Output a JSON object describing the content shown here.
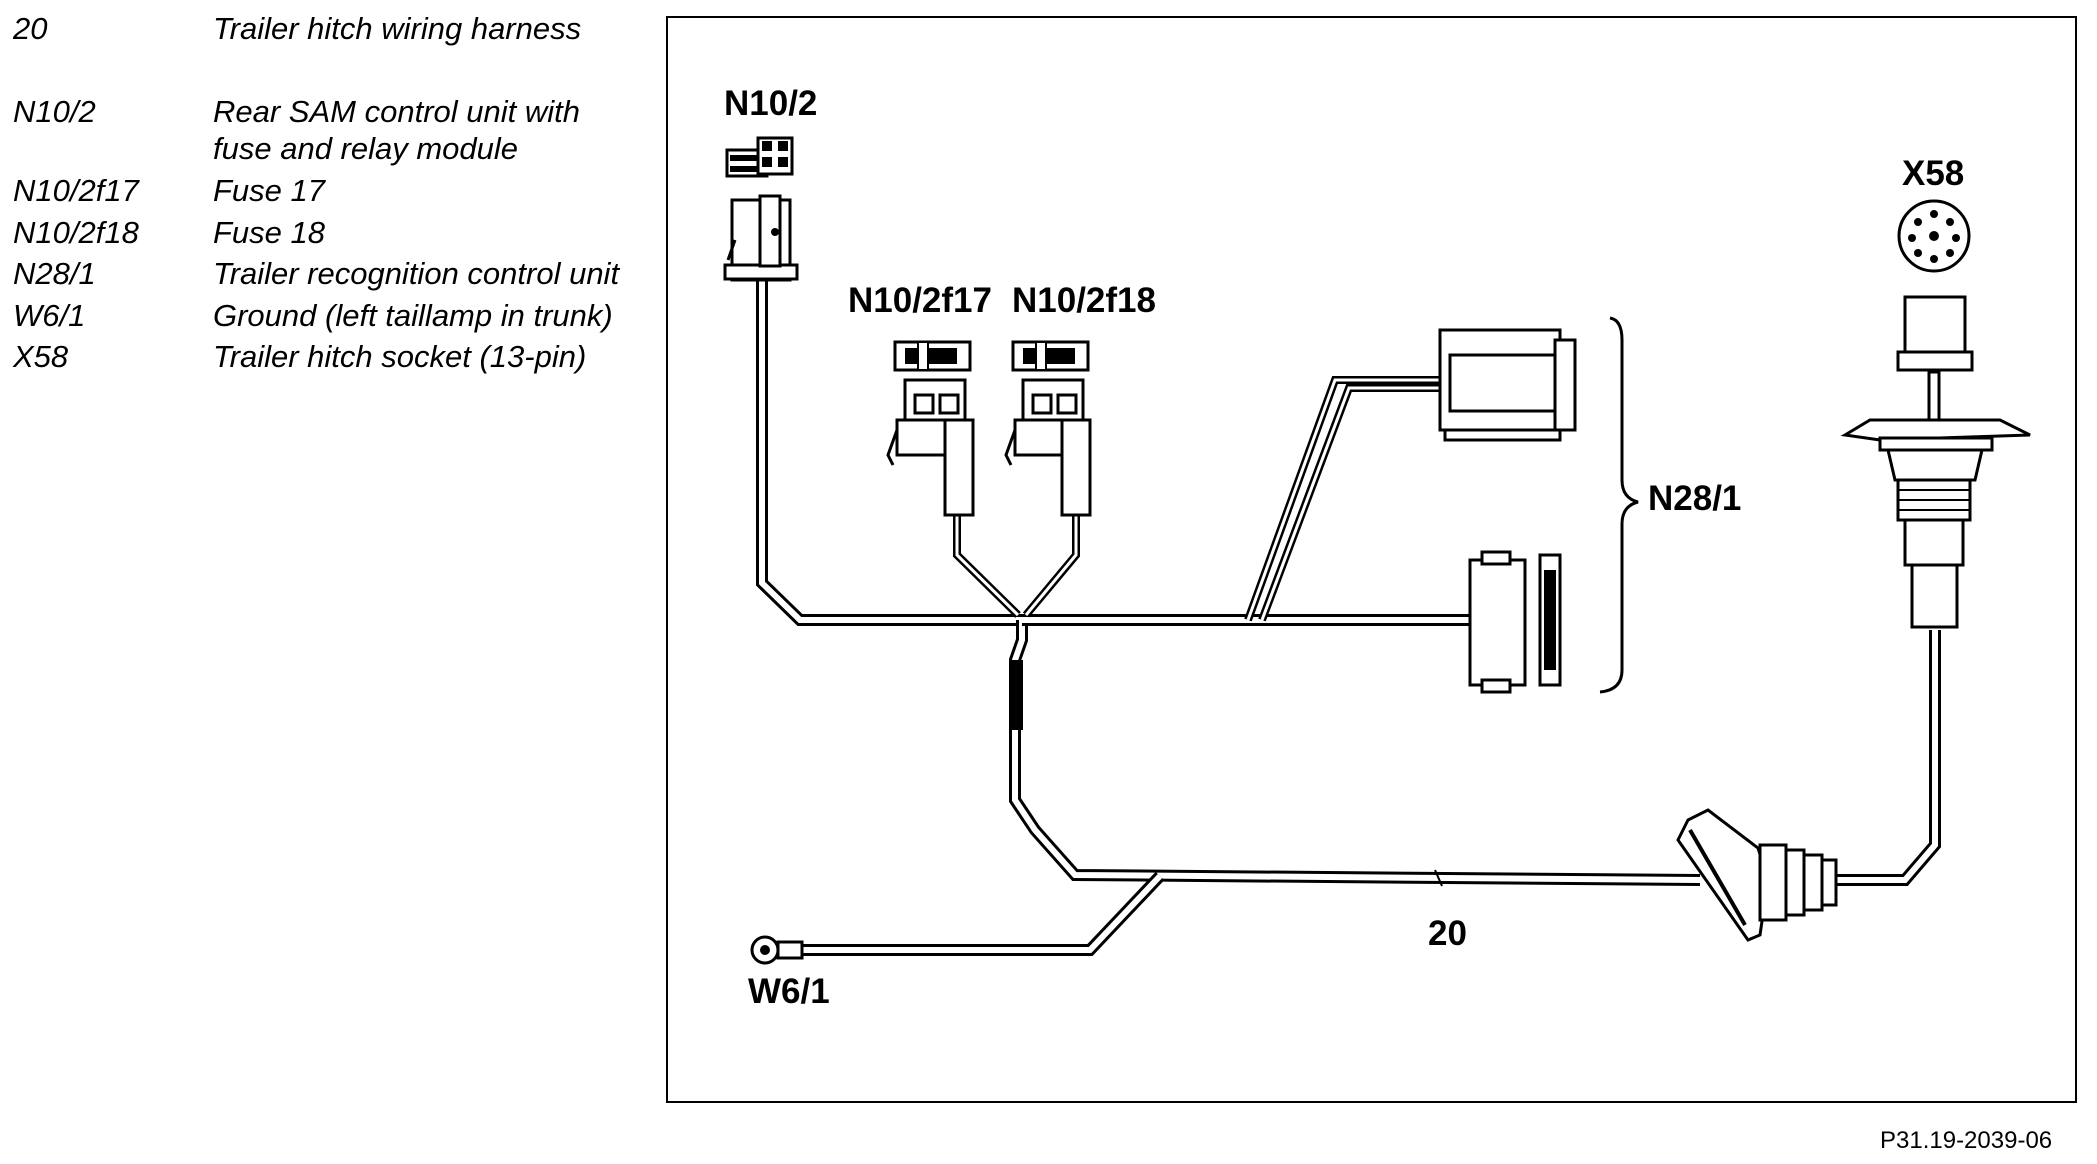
{
  "legend": [
    {
      "code": "20",
      "desc": "Trailer hitch wiring harness"
    },
    {
      "code": "N10/2",
      "desc": "Rear SAM control unit with fuse and relay module",
      "desc_line1": "Rear SAM control unit with",
      "desc_line2": "fuse and relay module"
    },
    {
      "code": "N10/2f17",
      "desc": "Fuse 17"
    },
    {
      "code": "N10/2f18",
      "desc": "Fuse 18"
    },
    {
      "code": "N28/1",
      "desc": "Trailer recognition control unit"
    },
    {
      "code": "W6/1",
      "desc": "Ground (left taillamp in trunk)"
    },
    {
      "code": "X58",
      "desc": "Trailer hitch socket (13-pin)"
    }
  ],
  "diagram": {
    "labels": {
      "n10_2": "N10/2",
      "n10_2f17": "N10/2f17",
      "n10_2f18": "N10/2f18",
      "n28_1": "N28/1",
      "x58": "X58",
      "w6_1": "W6/1",
      "harness": "20"
    }
  },
  "reference": "P31.19-2039-06"
}
